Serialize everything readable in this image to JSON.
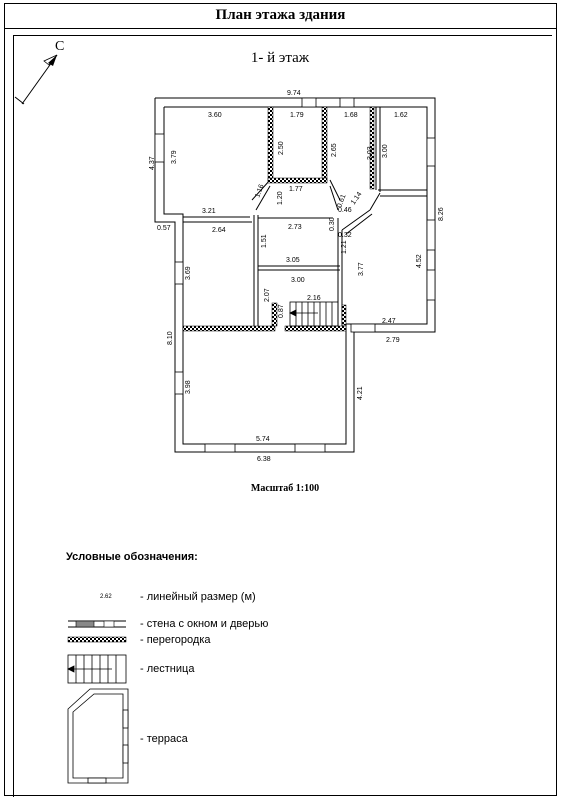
{
  "title": "План этажа здания",
  "floor_label": "1- й этаж",
  "compass_label": "С",
  "scale": "Масштаб 1:100",
  "legend": {
    "title": "Условные обозначения:",
    "sample_dimension": "2.62",
    "items": [
      {
        "label": "- линейный размер (м)"
      },
      {
        "label": "- стена с окном и дверью"
      },
      {
        "label": "- перегородка"
      },
      {
        "label": "- лестница"
      },
      {
        "label": "- терраса"
      }
    ]
  },
  "dimensions": [
    "9.74",
    "3.60",
    "1.79",
    "1.68",
    "1.62",
    "4.37",
    "3.79",
    "2.50",
    "2.65",
    "3.03",
    "3.00",
    "1.77",
    "1.16",
    "1.20",
    "0.61",
    "1.14",
    "0.46",
    "3.21",
    "0.57",
    "2.64",
    "1.51",
    "2.73",
    "0.30",
    "0.32",
    "1.21",
    "8.26",
    "3.05",
    "3.77",
    "4.52",
    "3.69",
    "3.00",
    "2.07",
    "2.16",
    "0.87",
    "2.47",
    "2.79",
    "8.10",
    "3.98",
    "4.21",
    "5.74",
    "6.38"
  ]
}
